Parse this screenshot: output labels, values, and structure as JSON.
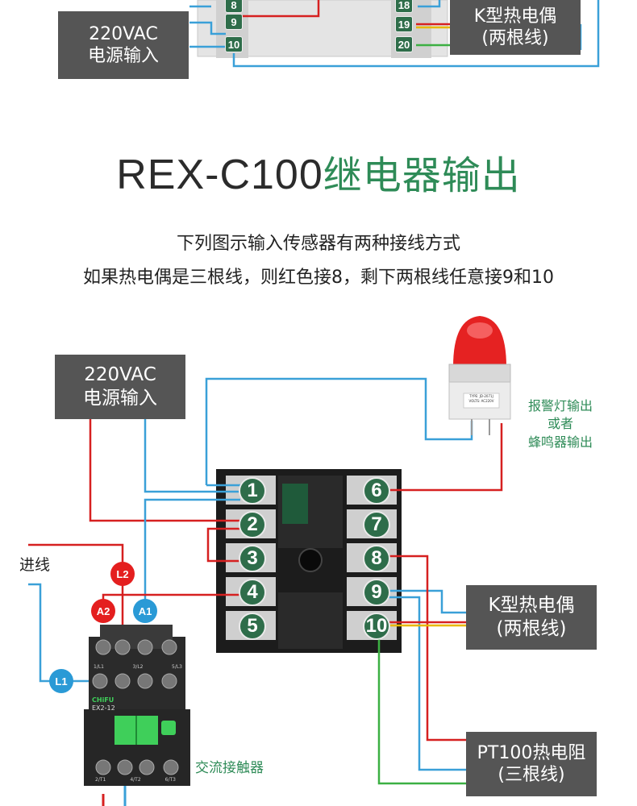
{
  "top_section": {
    "power_box": [
      "220VAC",
      "电源输入"
    ],
    "sensor_box": [
      "K型热电偶",
      "(两根线)"
    ],
    "terminals_left": [
      "8",
      "9",
      "10"
    ],
    "terminals_right": [
      "18",
      "19",
      "20"
    ]
  },
  "heading": {
    "model": "REX-C100",
    "suffix": "继电器输出"
  },
  "subtitle": {
    "line1": "下列图示输入传感器有两种接线方式",
    "line2": "如果热电偶是三根线，则红色接8，剩下两根线任意接9和10"
  },
  "diagram": {
    "power_box": [
      "220VAC",
      "电源输入"
    ],
    "alarm_label": [
      "报警灯输出",
      "或者",
      "蜂鸣器输出"
    ],
    "alarm_nameplate": [
      "TYPE: JD-2071J",
      "VOLTS: AC220V"
    ],
    "k_box": [
      "K型热电偶",
      "(两根线)"
    ],
    "pt_box": [
      "PT100热电阻",
      "(三根线)"
    ],
    "terminals_left": [
      "1",
      "2",
      "3",
      "4",
      "5"
    ],
    "terminals_right": [
      "6",
      "7",
      "8",
      "9",
      "10"
    ],
    "incoming_label": "进线",
    "contactor_label": "交流接触器",
    "contactor_brand": "CHiFU",
    "contactor_model": "EX2-12",
    "contactor_top_marks": [
      "1/L1",
      "3/L2",
      "5/L3"
    ],
    "contactor_bottom_marks": [
      "2/T1",
      "4/T2",
      "6/T3"
    ],
    "badges": [
      "L2",
      "A2",
      "A1",
      "L1"
    ]
  },
  "colors": {
    "accent_green": "#2e8b57",
    "wire_blue": "#3aa0d8",
    "wire_red": "#d62020",
    "wire_green": "#3cb043",
    "box_gray": "#555555"
  }
}
